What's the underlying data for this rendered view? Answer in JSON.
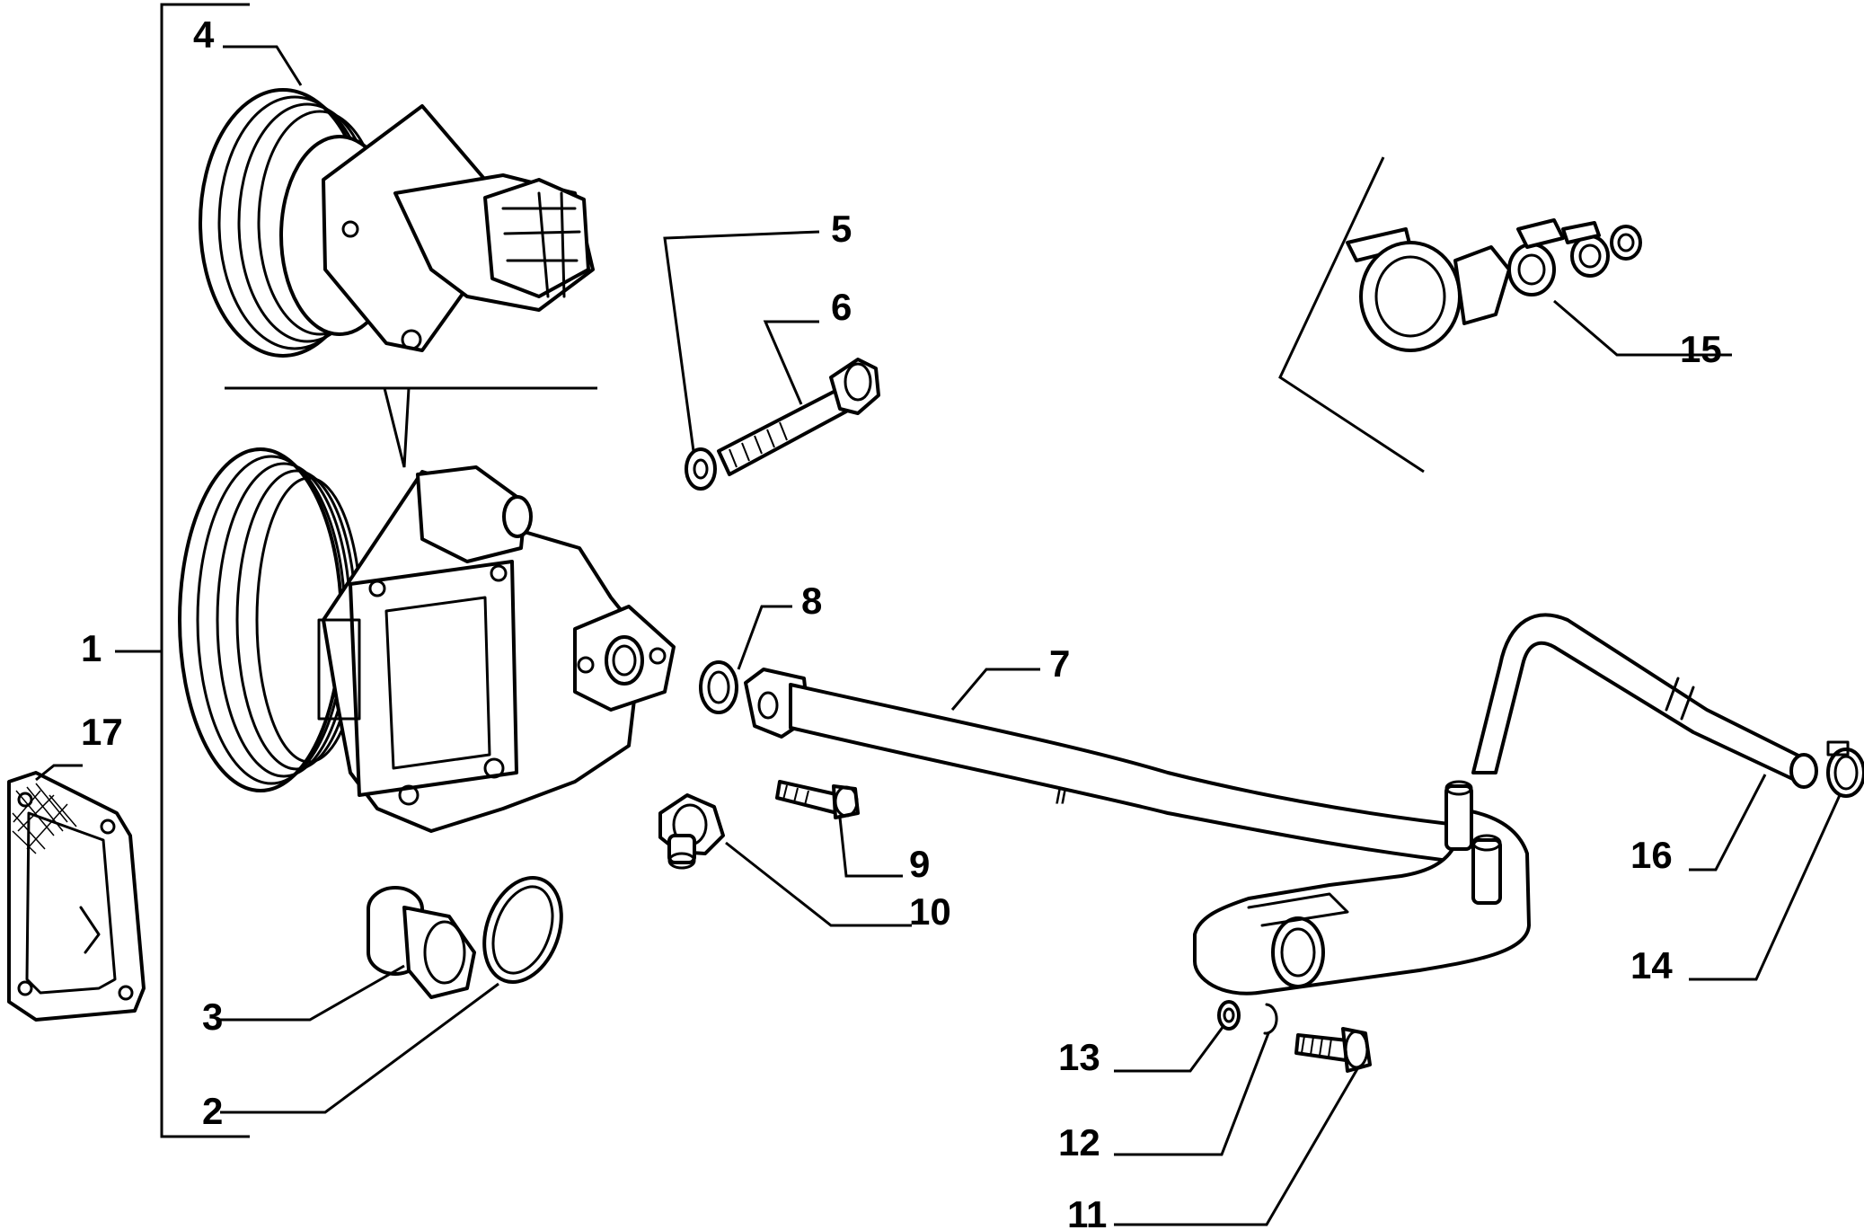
{
  "callouts": [
    {
      "id": "1",
      "label": "1"
    },
    {
      "id": "2",
      "label": "2"
    },
    {
      "id": "3",
      "label": "3"
    },
    {
      "id": "4",
      "label": "4"
    },
    {
      "id": "5",
      "label": "5"
    },
    {
      "id": "6",
      "label": "6"
    },
    {
      "id": "7",
      "label": "7"
    },
    {
      "id": "8",
      "label": "8"
    },
    {
      "id": "9",
      "label": "9"
    },
    {
      "id": "10",
      "label": "10"
    },
    {
      "id": "11",
      "label": "11"
    },
    {
      "id": "12",
      "label": "12"
    },
    {
      "id": "13",
      "label": "13"
    },
    {
      "id": "14",
      "label": "14"
    },
    {
      "id": "15",
      "label": "15"
    },
    {
      "id": "16",
      "label": "16"
    },
    {
      "id": "17",
      "label": "17"
    }
  ],
  "pipe_mark": "//"
}
